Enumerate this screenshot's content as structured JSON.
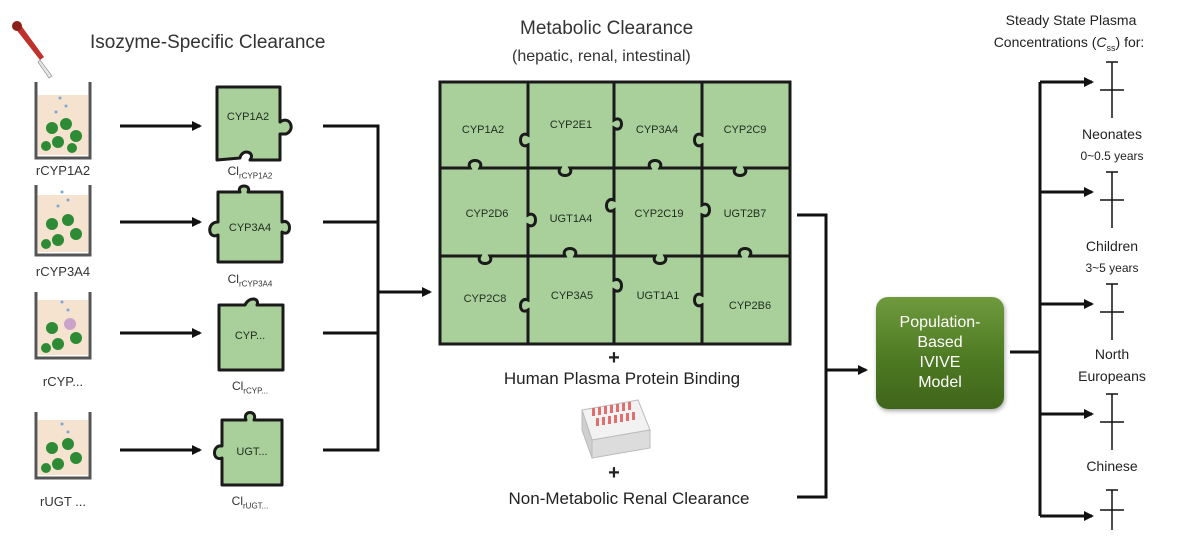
{
  "isozyme": {
    "title": "Isozyme-Specific Clearance",
    "wells": [
      {
        "label": "rCYP1A2",
        "piece": "CYP1A2",
        "cl_main": "Cl",
        "cl_sub": "rCYP1A2"
      },
      {
        "label": "rCYP3A4",
        "piece": "CYP3A4",
        "cl_main": "Cl",
        "cl_sub": "rCYP3A4"
      },
      {
        "label": "rCYP...",
        "piece": "CYP...",
        "cl_main": "Cl",
        "cl_sub": "rCYP..."
      },
      {
        "label": "rUGT ...",
        "piece": "UGT...",
        "cl_main": "Cl",
        "cl_sub": "rUGT..."
      }
    ]
  },
  "metabolic": {
    "title": "Metabolic Clearance",
    "subtitle": "(hepatic, renal, intestinal)",
    "grid": [
      [
        "CYP1A2",
        "CYP2E1",
        "CYP3A4",
        "CYP2C9"
      ],
      [
        "CYP2D6",
        "UGT1A4",
        "CYP2C19",
        "UGT2B7"
      ],
      [
        "CYP2C8",
        "CYP3A5",
        "UGT1A1",
        "CYP2B6"
      ]
    ],
    "plus1": "+",
    "protein_binding": "Human Plasma Protein Binding",
    "plus2": "+",
    "renal": "Non-Metabolic Renal Clearance"
  },
  "model": {
    "lines": [
      "Population-",
      "Based",
      "IVIVE",
      "Model"
    ]
  },
  "outputs": {
    "title_line1": "Steady State Plasma",
    "title_line2_prefix": "Concentrations (",
    "title_symbol": "C",
    "title_symbol_sub": "ss",
    "title_line2_suffix": ") for:",
    "populations": [
      {
        "name": "Neonates",
        "detail": "0~0.5 years"
      },
      {
        "name": "Children",
        "detail": "3~5 years"
      },
      {
        "name": "North",
        "detail": "Europeans"
      },
      {
        "name": "Chinese",
        "detail": ""
      }
    ]
  },
  "colors": {
    "piece_fill": "#a9cf9b",
    "piece_stroke": "#1a1a1a",
    "model_fill": "#567f2a",
    "pipette": "#c0312b"
  }
}
